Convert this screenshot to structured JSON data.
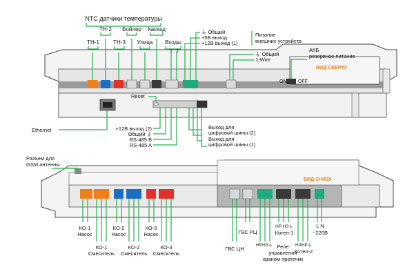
{
  "top": {
    "ntc_title": "NTC датчики температуры",
    "th2": "ТН-2",
    "boiler": "Бойлер",
    "cascade": "Каскад",
    "th1": "ТН-1",
    "th3": "ТН-3",
    "street": "Улица",
    "inputs": "Входы",
    "inputs_1": "1",
    "inputs_2": "2",
    "common1": "⏚ Общий",
    "out5": "+5В выход",
    "out12_1": "+12В выход (1)",
    "power_ext_1": "Питание",
    "power_ext_2": "внешних устройств",
    "common2": "⏚ Общий",
    "onewire": "1-Wire",
    "akb_1": "АКБ",
    "akb_2": "резервное питание",
    "on": "ON",
    "off": "OFF",
    "view_top": "ВИД СВЕРХУ",
    "reset": "Reset",
    "ethernet": "Ethernet",
    "out12_2": "+12В выход (2)",
    "common3": "Общий ⏚",
    "rs485b": "RS-485 B",
    "rs485a": "RS-485 A",
    "digbus2_1": "Выход для",
    "digbus2_2": "цифровой шины (2)",
    "digbus1_1": "Выход для",
    "digbus1_2": "цифровой шины (1)"
  },
  "bottom": {
    "gsm_1": "Разъем для",
    "gsm_2": "GSM антенны",
    "view_bottom": "ВИД СНИЗУ",
    "ko1": "КО-1",
    "ko1_pump": "Насос",
    "ko1_mixer": "Смеситель",
    "ko2": "КО-2",
    "ko2_pump": "Насос",
    "ko2_mixer": "Смеситель",
    "ko3": "КО-3",
    "ko3_pump": "Насос",
    "ko3_mixer": "Смеситель",
    "gvs_cn": "ГВС ЦН",
    "gvs_rc": "ГВС РЦ",
    "relay_1": "Реле",
    "relay_2": "управления",
    "relay_3": "краном протечки",
    "hp_nz": "НР НЗ⏚",
    "nz_hp": "НЗНР⏚",
    "kotel1": "Котел-1",
    "kotel2": "Котел-2",
    "l_n": "L  N",
    "v220": "~220В",
    "nz_hp_relay": "НРНЗ⏚"
  },
  "colors": {
    "orange": "#f07f1a",
    "blue": "#1a6fc2",
    "red": "#e2302b",
    "teal": "#1faa82",
    "green_line": "#22b14c",
    "accent_label": "#f07f1a"
  }
}
